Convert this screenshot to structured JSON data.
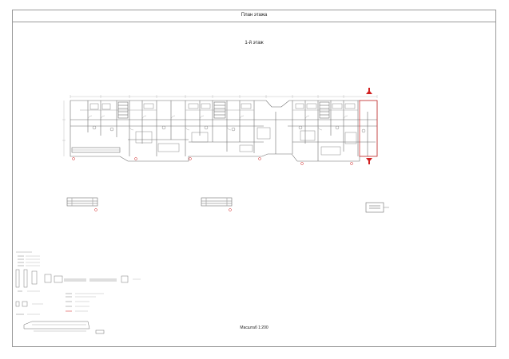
{
  "sheet": {
    "title": "План этажа",
    "floor_label": "1-й этаж",
    "scale_label": "Масштаб 1:200"
  },
  "colors": {
    "line": "#6f6f6f",
    "line_light": "#a8a8a8",
    "accent": "#d11f1f"
  },
  "icons": {
    "section_marker": "red-arrow",
    "axis_marker": "red-circle"
  }
}
